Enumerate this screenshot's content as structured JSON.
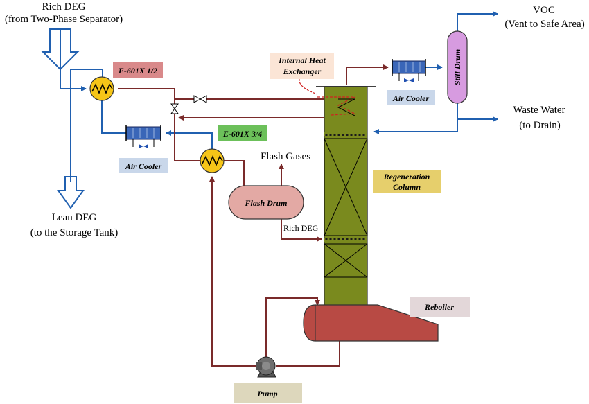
{
  "labels": {
    "rich_deg_in_1": "Rich DEG",
    "rich_deg_in_2": "(from Two-Phase Separator)",
    "lean_deg_out_1": "Lean DEG",
    "lean_deg_out_2": "(to the Storage Tank)",
    "voc_1": "VOC",
    "voc_2": "(Vent to Safe Area)",
    "waste_water_1": "Waste Water",
    "waste_water_2": "(to Drain)",
    "flash_gases": "Flash Gases",
    "rich_deg_mid": "Rich DEG"
  },
  "equipment": {
    "e601x_12": "E-601X 1/2",
    "e601x_34": "E-601X 3/4",
    "internal_hx_1": "Internal Heat",
    "internal_hx_2": "Exchanger",
    "air_cooler_left": "Air Cooler",
    "air_cooler_right": "Air Cooler",
    "still_drum": "Still Drum",
    "flash_drum": "Flash Drum",
    "regen_1": "Regeneration",
    "regen_2": "Column",
    "reboiler": "Reboiler",
    "pump": "Pump"
  },
  "colors": {
    "process_line": "#7a2a2a",
    "cold_line": "#2060b0",
    "column": "#7a8a1e",
    "reboiler": "#b84a44",
    "flash_drum": "#e3a9a4",
    "still_drum": "#d79be0",
    "exchanger": "#f5c518",
    "air_cooler": "#3a66b8",
    "tag_e12": "#d9898a",
    "tag_e34": "#6cc05a",
    "tag_air": "#c9d7ea",
    "tag_ihx": "#fbe5d6",
    "tag_regen": "#e6cf6c",
    "tag_reboiler": "#e3d7d9",
    "tag_pump": "#ddd7bc"
  }
}
